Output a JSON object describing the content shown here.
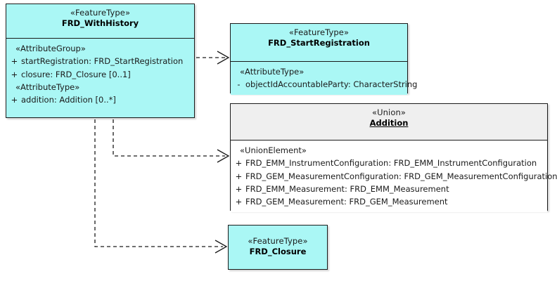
{
  "diagram": {
    "title": "FRD_WithHistory UML class diagram",
    "colors": {
      "feature_type_fill": "#aaf7f5",
      "union_header_fill": "#efefef",
      "union_body_fill": "#ffffff",
      "line": "#1a1a1a"
    }
  },
  "classes": {
    "with_history": {
      "stereotype": "«FeatureType»",
      "name": "FRD_WithHistory",
      "compartments": [
        {
          "group_label": "«AttributeGroup»",
          "attributes": [
            {
              "visibility": "+",
              "text": "startRegistration: FRD_StartRegistration"
            },
            {
              "visibility": "+",
              "text": "closure: FRD_Closure [0..1]"
            }
          ]
        },
        {
          "group_label": "«AttributeType»",
          "attributes": [
            {
              "visibility": "+",
              "text": "addition: Addition [0..*]"
            }
          ]
        }
      ]
    },
    "start_registration": {
      "stereotype": "«FeatureType»",
      "name": "FRD_StartRegistration",
      "compartments": [
        {
          "group_label": "«AttributeType»",
          "attributes": [
            {
              "visibility": "-",
              "text": "objectIdAccountableParty: CharacterString"
            }
          ]
        }
      ]
    },
    "addition": {
      "stereotype": "«Union»",
      "name": "Addition",
      "compartments": [
        {
          "group_label": "«UnionElement»",
          "attributes": [
            {
              "visibility": "+",
              "text": "FRD_EMM_InstrumentConfiguration: FRD_EMM_InstrumentConfiguration"
            },
            {
              "visibility": "+",
              "text": "FRD_GEM_MeasurementConfiguration: FRD_GEM_MeasurementConfiguration"
            },
            {
              "visibility": "+",
              "text": "FRD_EMM_Measurement: FRD_EMM_Measurement"
            },
            {
              "visibility": "+",
              "text": "FRD_GEM_Measurement: FRD_GEM_Measurement"
            }
          ]
        }
      ]
    },
    "closure": {
      "stereotype": "«FeatureType»",
      "name": "FRD_Closure",
      "compartments": []
    }
  },
  "connectors": [
    {
      "name": "dependency-withhistory-to-startregistration",
      "style": "dashed-open-arrow",
      "from": "with_history",
      "to": "start_registration"
    },
    {
      "name": "dependency-withhistory-to-addition",
      "style": "dashed-open-arrow",
      "from": "with_history",
      "to": "addition"
    },
    {
      "name": "dependency-withhistory-to-closure",
      "style": "dashed-open-arrow",
      "from": "with_history",
      "to": "closure"
    }
  ]
}
